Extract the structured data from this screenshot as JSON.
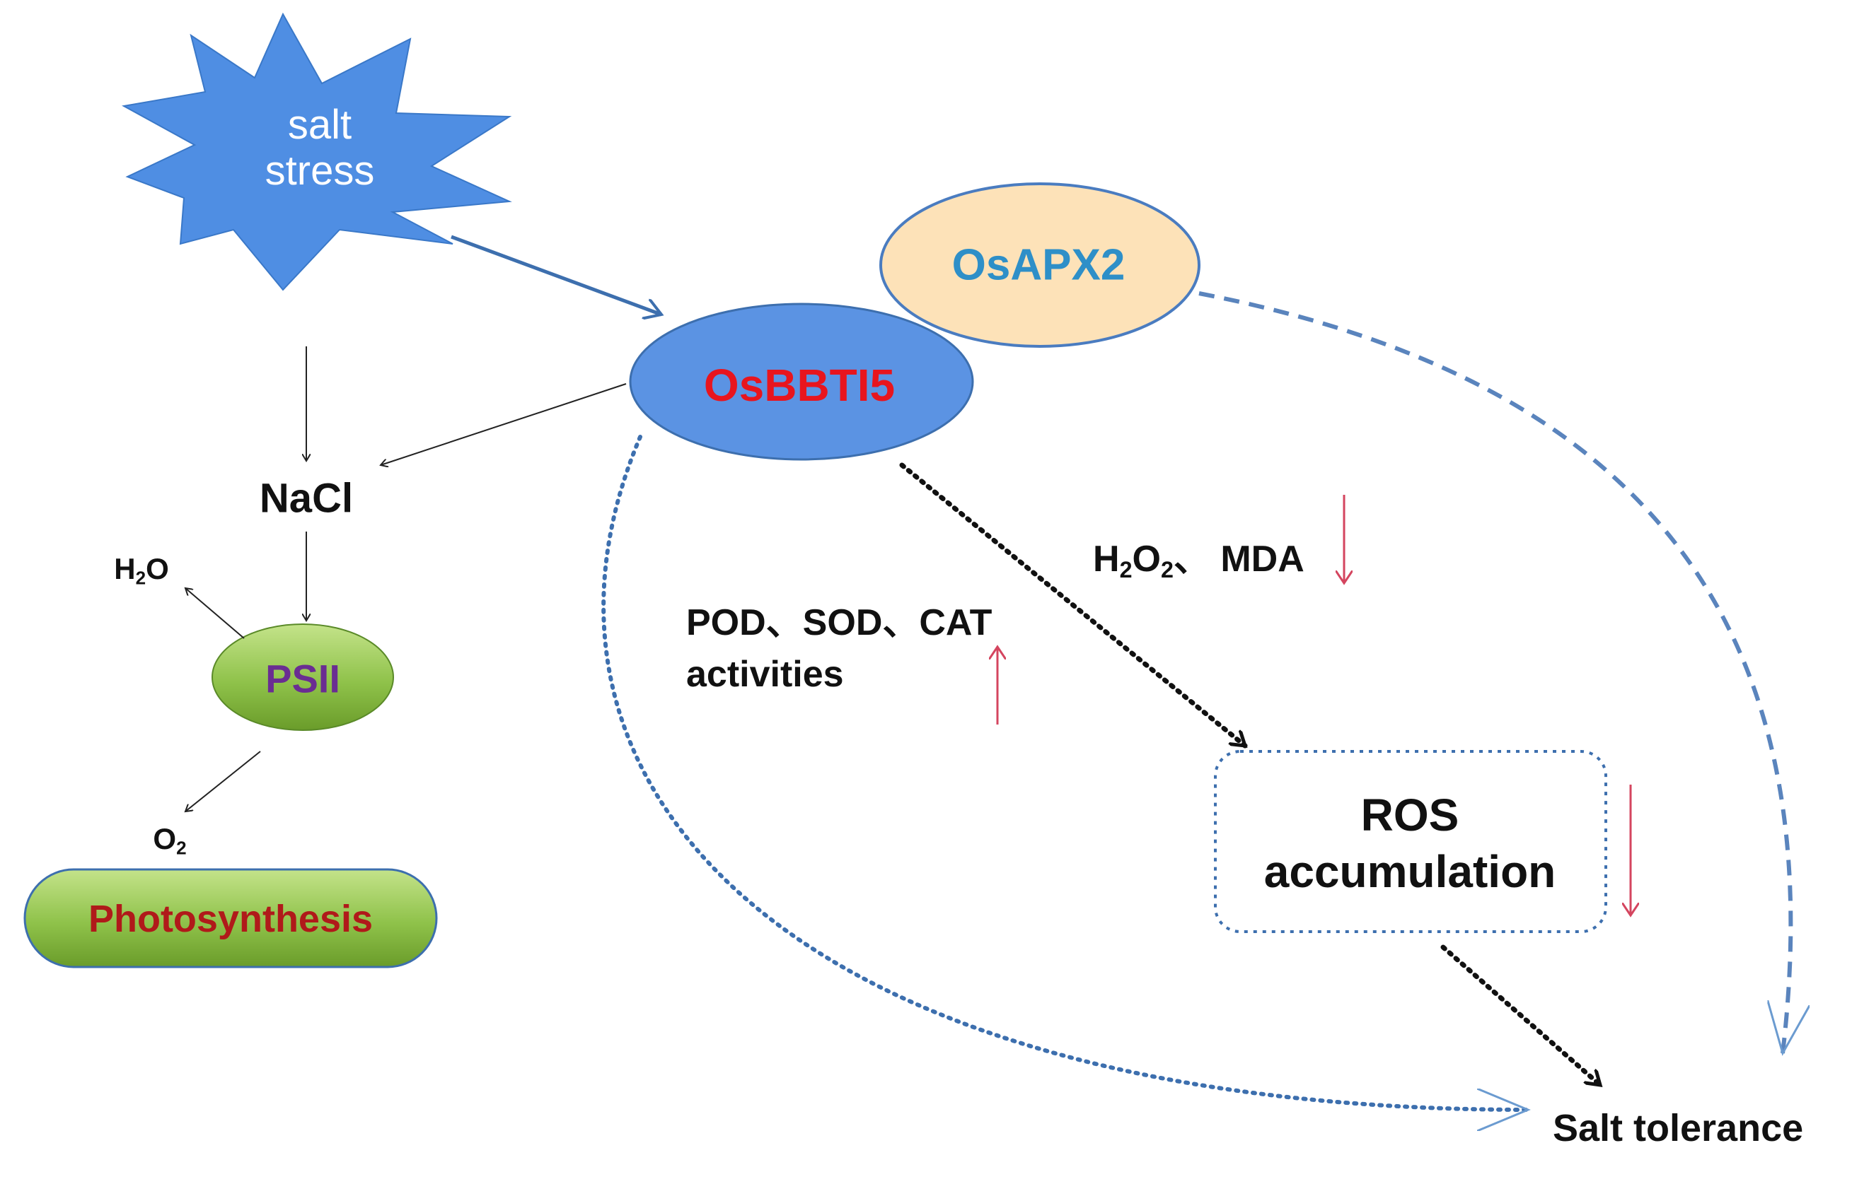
{
  "nodes": {
    "salt_stress": "salt\nstress",
    "osapx2": "OsAPX2",
    "osbbti5": "OsBBTI5",
    "nacl": "NaCl",
    "psii": "PSII",
    "photosynthesis": "Photosynthesis",
    "ros": "ROS\naccumulation",
    "salt_tolerance": "Salt tolerance"
  },
  "labels": {
    "h2o_main": "H",
    "h2o_sub": "2",
    "h2o_end": "O",
    "o2_main": "O",
    "o2_sub": "2",
    "h2o2_main": "H",
    "h2o2_sub": "2",
    "h2o2_mid": "O",
    "h2o2_sub2": "2",
    "h2o2_end": "、 MDA",
    "enzymes_line1": "POD、SOD、CAT",
    "enzymes_line2": "activities"
  },
  "indicators": {
    "h2o2_mda": "down",
    "enzymes": "up",
    "ros": "down"
  },
  "colors": {
    "star_fill": "#4f8ee3",
    "osbbti5_fill": "#5b93e3",
    "osapx2_fill": "#fde2b8",
    "osapx2_text": "#2e8fc8",
    "osbbti5_text": "#e8151e",
    "psii_text": "#6a2d92",
    "photosynthesis_text": "#b01a1a",
    "green_light": "#c4e38a",
    "green_dark": "#6a9c2a",
    "arrow_blue": "#3d6fae",
    "indicator_red": "#d4455f"
  }
}
